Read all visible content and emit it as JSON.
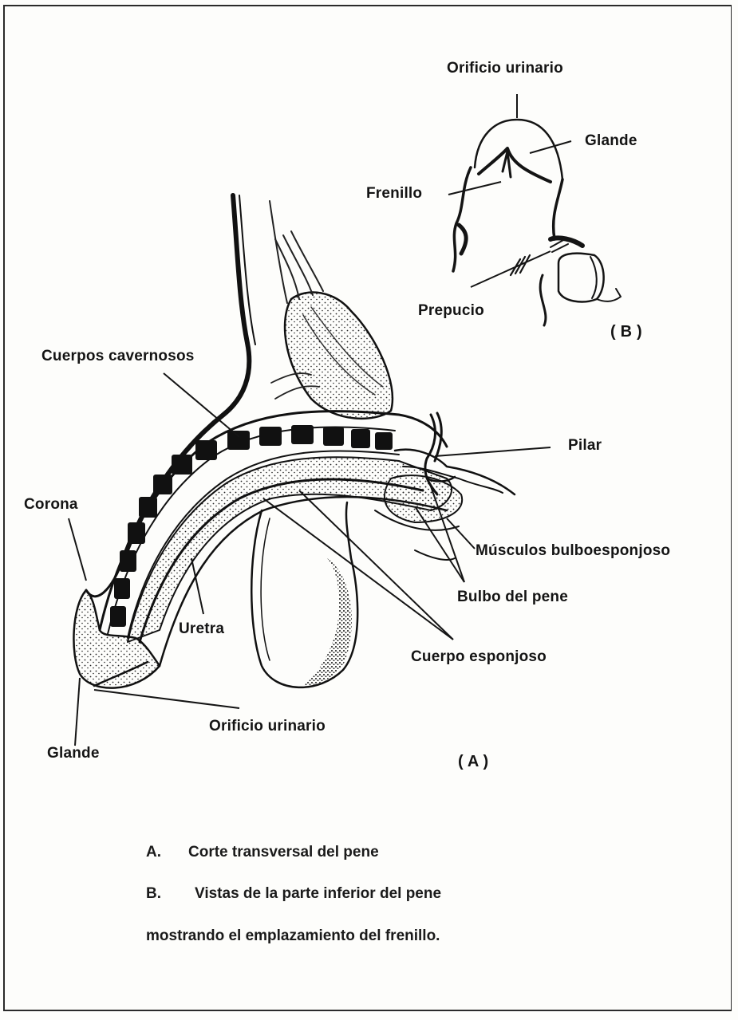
{
  "figure_b": {
    "label_orificio_urinario": "Orificio urinario",
    "label_glande": "Glande",
    "label_frenillo": "Frenillo",
    "label_prepucio": "Prepucio",
    "tag": "( B )"
  },
  "figure_a": {
    "label_cuerpos_cavernosos": "Cuerpos cavernosos",
    "label_pilar": "Pilar",
    "label_corona": "Corona",
    "label_musculos": "Músculos bulboesponjoso",
    "label_bulbo": "Bulbo del pene",
    "label_uretra": "Uretra",
    "label_cuerpo_esponjoso": "Cuerpo esponjoso",
    "label_orificio_urinario": "Orificio urinario",
    "label_glande": "Glande",
    "tag": "( A )"
  },
  "caption": {
    "line_a_letter": "A.",
    "line_a_text": "Corte transversal  del pene",
    "line_b_letter": "B.",
    "line_b_text": "Vistas de la parte inferior del pene",
    "line_c_text": "mostrando el emplazamiento del frenillo."
  },
  "colors": {
    "ink": "#141414",
    "paper": "#fdfdfb"
  }
}
